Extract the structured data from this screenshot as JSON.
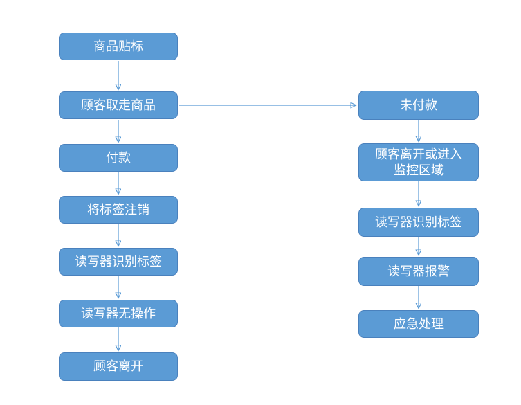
{
  "diagram": {
    "type": "flowchart",
    "description": "RFID retail checkout flow with paid (left) and unpaid (right) branches"
  },
  "colors": {
    "node-fill": "#5B9BD5",
    "node-border": "#4A81BD",
    "arrow": "#5B9BD5",
    "node-text": "#FFFFFF",
    "canvas-bg": "#FFFFFF"
  },
  "nodes": [
    {
      "id": "product-labeling",
      "column": "left",
      "label": "商品贴标"
    },
    {
      "id": "customer-takes-goods",
      "column": "left",
      "label": "顾客取走商品"
    },
    {
      "id": "payment",
      "column": "left",
      "label": "付款"
    },
    {
      "id": "deactivate-tag",
      "column": "left",
      "label": "将标签注销"
    },
    {
      "id": "reader-identifies-tag",
      "column": "left",
      "label": "读写器识别标签"
    },
    {
      "id": "reader-no-action",
      "column": "left",
      "label": "读写器无操作"
    },
    {
      "id": "customer-leaves",
      "column": "left",
      "label": "顾客离开"
    },
    {
      "id": "unpaid",
      "column": "right",
      "label": "未付款"
    },
    {
      "id": "customer-enters-monitored-area",
      "column": "right",
      "label": "顾客离开或进入\n监控区域"
    },
    {
      "id": "reader-identifies-tag-2",
      "column": "right",
      "label": "读写器识别标签"
    },
    {
      "id": "reader-alarm",
      "column": "right",
      "label": "读写器报警"
    },
    {
      "id": "emergency-handling",
      "column": "right",
      "label": "应急处理"
    }
  ],
  "edges": [
    {
      "from": "product-labeling",
      "to": "customer-takes-goods"
    },
    {
      "from": "customer-takes-goods",
      "to": "payment"
    },
    {
      "from": "payment",
      "to": "deactivate-tag"
    },
    {
      "from": "deactivate-tag",
      "to": "reader-identifies-tag"
    },
    {
      "from": "reader-identifies-tag",
      "to": "reader-no-action"
    },
    {
      "from": "reader-no-action",
      "to": "customer-leaves"
    },
    {
      "from": "customer-takes-goods",
      "to": "unpaid"
    },
    {
      "from": "unpaid",
      "to": "customer-enters-monitored-area"
    },
    {
      "from": "customer-enters-monitored-area",
      "to": "reader-identifies-tag-2"
    },
    {
      "from": "reader-identifies-tag-2",
      "to": "reader-alarm"
    },
    {
      "from": "reader-alarm",
      "to": "emergency-handling"
    }
  ]
}
